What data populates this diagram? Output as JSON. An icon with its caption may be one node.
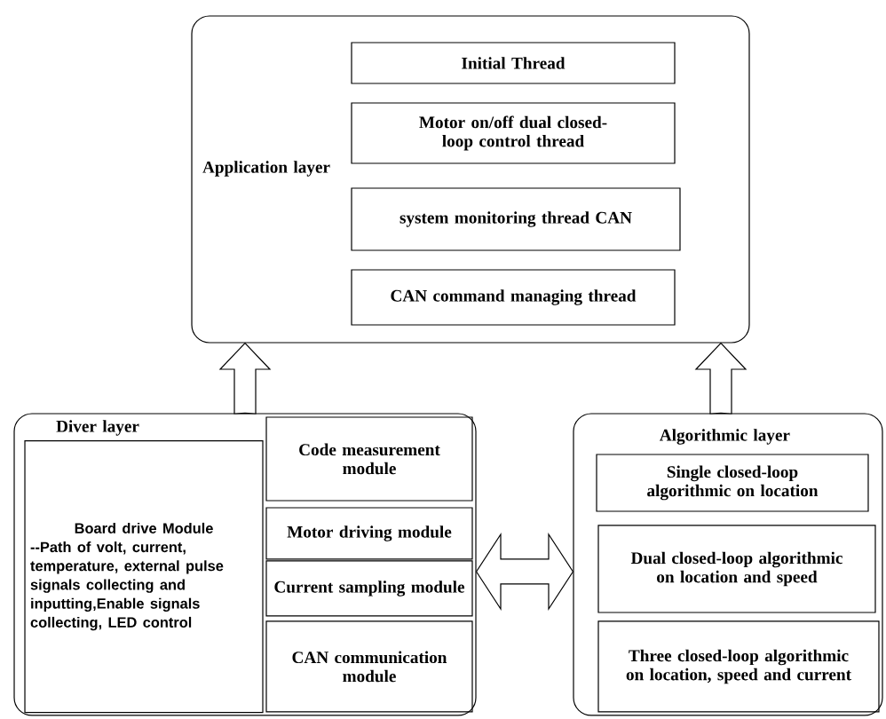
{
  "diagram": {
    "nodes": [
      {
        "text": [
          "Application layer"
        ]
      },
      {
        "text": [
          "Initial Thread"
        ],
        "in": 0
      },
      {
        "text": [
          "Motor on/off dual closed-loop control thread"
        ],
        "in": 0
      },
      {
        "text": [
          "system monitoring thread CAN"
        ],
        "in": 0
      },
      {
        "text": [
          "CAN command managing thread"
        ],
        "in": 0
      },
      {
        "text": [
          "Diver layer"
        ]
      },
      {
        "text": [
          "Board drive Module",
          "--Path of volt, current, temperature, external pulse signals collecting and inputting,Enable signals collecting, LED control"
        ],
        "in": 5
      },
      {
        "text": [
          "Code measurement module"
        ],
        "in": 5
      },
      {
        "text": [
          "Motor driving module"
        ],
        "in": 5
      },
      {
        "text": [
          "Current sampling module"
        ],
        "in": 5
      },
      {
        "text": [
          "CAN communication module"
        ],
        "in": 5
      },
      {
        "text": [
          "Algorithmic layer"
        ]
      },
      {
        "text": [
          "Single closed-loop algorithmic on location"
        ],
        "in": 11
      },
      {
        "text": [
          "Dual closed-loop algorithmic on location and speed"
        ],
        "in": 11
      },
      {
        "text": [
          "Three closed-loop algorithmic on location, speed and current"
        ],
        "in": 11
      }
    ],
    "edges": [
      {
        "from": 5,
        "to": 0,
        "arrow": "to"
      },
      {
        "from": 11,
        "to": 0,
        "arrow": "to"
      },
      {
        "from": 5,
        "to": 11,
        "arrow": "both"
      }
    ]
  }
}
